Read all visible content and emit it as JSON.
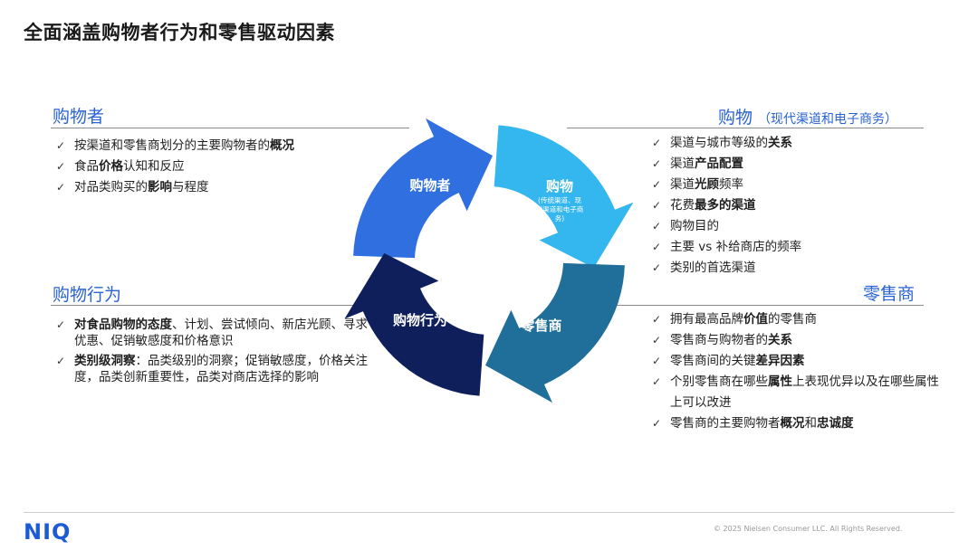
{
  "title": "全面涵盖购物者行为和零售驱动因素",
  "colors": {
    "accent": "#2a63d3",
    "arrow_shopper": "#2f6fe0",
    "arrow_shopping": "#34b6ee",
    "arrow_retailer": "#1f6f9a",
    "arrow_behavior": "#0f1f5c"
  },
  "shopper": {
    "heading": "购物者",
    "items": [
      [
        "按渠道和零售商划分的主要购物者的",
        "概况"
      ],
      [
        "食品",
        "价格",
        "认知和反应"
      ],
      [
        "对品类购买的",
        "影响",
        "与程度"
      ]
    ]
  },
  "behavior": {
    "heading": "购物行为",
    "items": [
      [
        "对食品购物的态度",
        "、计划、尝试倾向、新店光顾、寻求优惠、促销敏感度和价格意识"
      ],
      [
        "类别级洞察",
        "：品类级别的洞察；促销敏感度，价格关注度，品类创新重要性，品类对商店选择的影响"
      ]
    ]
  },
  "shopping": {
    "heading": "购物",
    "sub": "（现代渠道和电子商务）",
    "items": [
      [
        "渠道与城市等级的",
        "关系"
      ],
      [
        "渠道",
        "产品配置"
      ],
      [
        "渠道",
        "光顾",
        "频率"
      ],
      [
        "花费",
        "最多的渠道"
      ],
      [
        "购物目的"
      ],
      [
        "主要 vs 补给商店的频率"
      ],
      [
        "类别的首选渠道"
      ]
    ]
  },
  "retailer": {
    "heading": "零售商",
    "items": [
      [
        "拥有最高品牌",
        "价值",
        "的零售商"
      ],
      [
        "零售商与购物者的",
        "关系"
      ],
      [
        "零售商间的关键",
        "差异因素"
      ],
      [
        "个别零售商在哪些",
        "属性",
        "上表现优异以及在哪些属性上可以改进"
      ],
      [
        "零售商的主要购物者",
        "概况",
        "和",
        "忠诚度"
      ]
    ]
  },
  "cycle": {
    "shopper_label": "购物者",
    "shopping_label": "购物",
    "shopping_sub_1": "(传统渠道、现",
    "shopping_sub_2": "代渠道和电子商",
    "shopping_sub_3": "务)",
    "retailer_label": "零售商",
    "behavior_label": "购物行为"
  },
  "footer": {
    "logo": "NIQ",
    "copyright": "© 2025 Nielsen Consumer LLC. All Rights Reserved."
  }
}
